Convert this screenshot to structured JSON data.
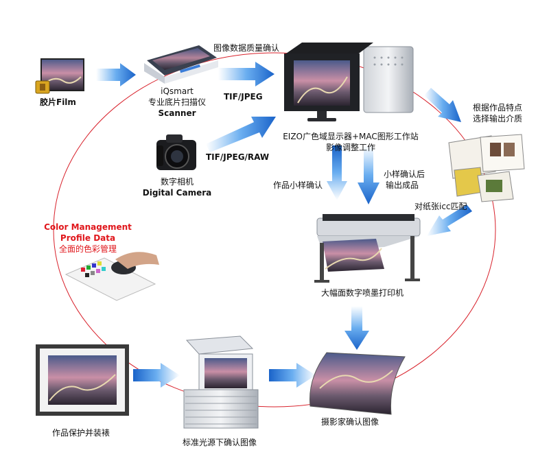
{
  "labels": {
    "film": "胶片Film",
    "scanner_brand": "iQsmart",
    "scanner_cn": "专业底片扫描仪",
    "scanner_en": "Scanner",
    "image_quality": "图像数据质量确认",
    "tif_jpeg": "TIF/JPEG",
    "tif_jpeg_raw": "TIF/JPEG/RAW",
    "camera_cn": "数字相机",
    "camera_en": "Digital Camera",
    "eizo_line1": "EIZO广色域显示器+MAC图形工作站",
    "eizo_line2": "影像调整工作",
    "sample_confirm": "作品小样确认",
    "after_sample_1": "小样确认后",
    "after_sample_2": "输出成品",
    "media_1": "根据作品特点",
    "media_2": "选择输出介质",
    "icc_match": "对纸张icc匹配",
    "cm_line1": "Color Management",
    "cm_line2": "Profile Data",
    "cm_line3": "全面的色彩管理",
    "printer": "大幅面数字喷墨打印机",
    "photographer": "摄影家确认图像",
    "standard_light": "标准光源下确认图像",
    "protect_mount": "作品保护并装裱"
  },
  "icons": {
    "film": "film-roll-icon",
    "scanner": "flatbed-scanner-icon",
    "camera": "dslr-camera-icon",
    "monitor": "monitor-workstation-icon",
    "papers": "paper-samples-icon",
    "calibrator": "color-calibrator-icon",
    "printer": "wide-format-printer-icon",
    "print": "curved-print-icon",
    "lightbooth": "light-booth-icon",
    "frame": "framed-picture-icon"
  },
  "colors": {
    "circle": "#d8202a",
    "arrow": "#1e6fd6",
    "accent_red": "#e0161b"
  }
}
